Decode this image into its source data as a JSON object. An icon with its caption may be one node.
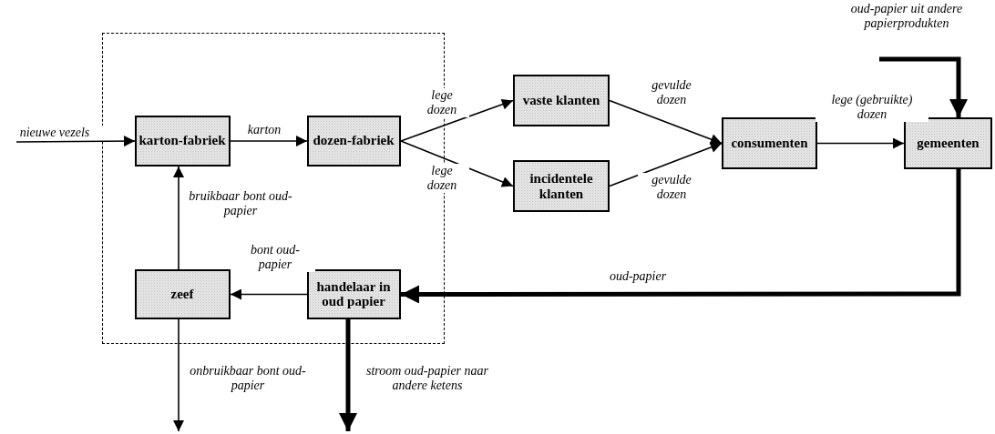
{
  "diagram": {
    "nodes": [
      {
        "text": [],
        "shape": "box"
      },
      {
        "text": [
          "karton-fabriek"
        ],
        "in": 0
      },
      {
        "text": [
          "dozen-fabriek"
        ],
        "in": 0
      },
      {
        "text": [
          "vaste klanten"
        ]
      },
      {
        "text": [
          "incidentele klanten"
        ]
      },
      {
        "text": [
          "consumenten"
        ]
      },
      {
        "text": [
          "gemeenten"
        ]
      },
      {
        "text": [
          "zeef"
        ],
        "in": 0
      },
      {
        "text": [
          "handelaar in oud papier"
        ],
        "in": 0
      }
    ],
    "edges": [
      {
        "from": null,
        "to": 1,
        "arrow": "to",
        "label": "nieuwe vezels"
      },
      {
        "from": 1,
        "to": 2,
        "arrow": "to",
        "label": "karton"
      },
      {
        "from": 2,
        "to": 3,
        "arrow": "to",
        "label": "lege dozen"
      },
      {
        "from": 2,
        "to": 4,
        "arrow": "to",
        "label": "lege dozen"
      },
      {
        "from": 3,
        "to": 5,
        "arrow": "to",
        "label": "gevulde dozen"
      },
      {
        "from": 4,
        "to": 5,
        "arrow": "to",
        "label": "gevulde dozen"
      },
      {
        "from": 5,
        "to": 6,
        "arrow": "to",
        "label": "lege (gebruikte) dozen"
      },
      {
        "from": null,
        "to": 6,
        "arrow": "to",
        "label": "oud-papier uit andere papierprodukten",
        "style": "thick"
      },
      {
        "from": 6,
        "to": 8,
        "arrow": "to",
        "label": "oud-papier",
        "style": "thick"
      },
      {
        "from": 8,
        "to": 7,
        "arrow": "to",
        "label": "bont oud-papier"
      },
      {
        "from": 7,
        "to": 1,
        "arrow": "to",
        "label": "bruikbaar bont oud-papier"
      },
      {
        "from": 7,
        "to": null,
        "arrow": "to",
        "label": "onbruikbaar bont oud-papier"
      },
      {
        "from": 8,
        "to": null,
        "arrow": "to",
        "label": "stroom oud-papier naar andere ketens",
        "style": "thick"
      }
    ]
  }
}
